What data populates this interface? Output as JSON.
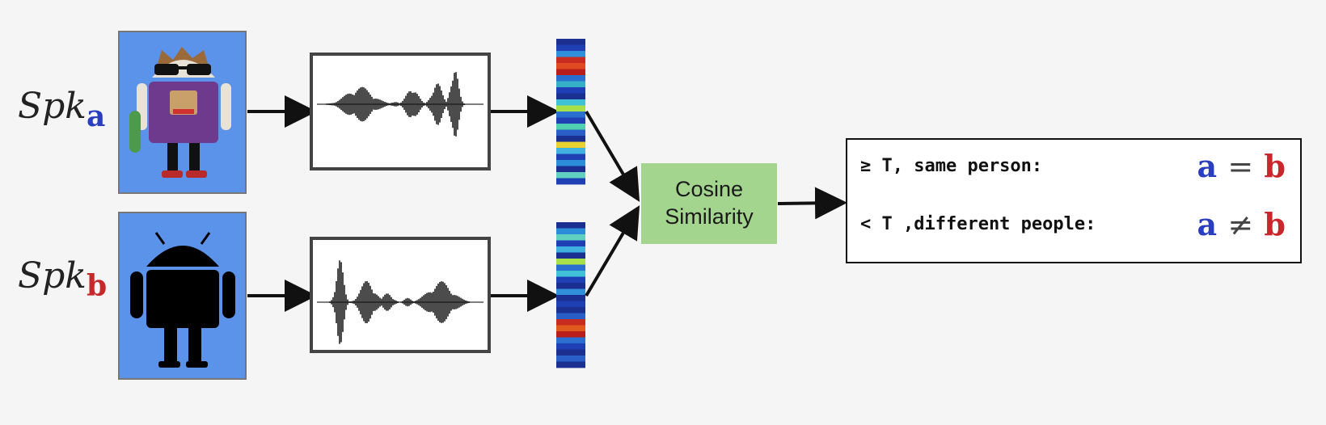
{
  "speakers": [
    {
      "prefix": "Spk",
      "subscript": "a",
      "color": "#2a3fbf"
    },
    {
      "prefix": "Spk",
      "subscript": "b",
      "color": "#c8282c"
    }
  ],
  "comparator": {
    "line1": "Cosine",
    "line2": "Similarity",
    "color": "#a4d58f"
  },
  "results": {
    "same": {
      "text": "≥ T, same person:",
      "lhs": "a",
      "op": "=",
      "rhs": "b"
    },
    "different": {
      "text": "< T ,different people:",
      "lhs": "a",
      "op": "≠",
      "rhs": "b"
    }
  },
  "colors": {
    "background": "#f5f5f5",
    "card": "#5b93eb",
    "arrow": "#111111"
  }
}
